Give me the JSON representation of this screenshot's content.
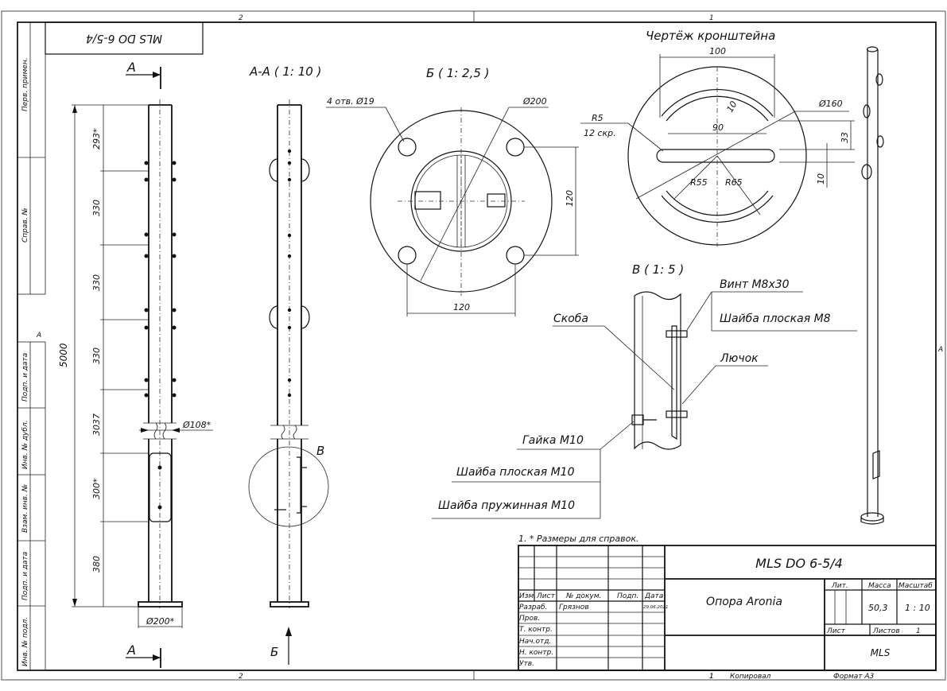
{
  "doc_code_rotated": "MLS DO 6-5/4",
  "zone_top_left": "2",
  "zone_top_right": "1",
  "zone_bottom_left": "2",
  "zone_bottom_right": "1",
  "zone_side_left": "A",
  "zone_side_right": "A",
  "left_strip": [
    "Перв. примен.",
    "Справ. №",
    "Подп. и дата",
    "Инв. № дубл.",
    "Взам. инв. №",
    "Подп. и дата",
    "Инв. № подл."
  ],
  "views": {
    "section_mark": "А",
    "section_aa": "А-А ( 1: 10 )",
    "view_b": "Б ( 1: 2,5 )",
    "bracket_title": "Чертёж кронштейна",
    "view_v": "В ( 1: 5 )",
    "callout_v": "В",
    "arrow_b": "Б"
  },
  "pole_dims": {
    "total": "5000",
    "d1": "293*",
    "d2": "330",
    "d3": "330",
    "d4": "330",
    "d5": "3037",
    "d6": "300*",
    "d7": "380",
    "dia_pipe": "Ø108*",
    "dia_base": "Ø200*"
  },
  "flange_dims": {
    "holes": "4 отв. Ø19",
    "dia": "Ø200",
    "horiz": "120",
    "vert": "120"
  },
  "bracket_dims": {
    "width": "100",
    "slot_w": "10",
    "dia": "Ø160",
    "radius": "R5",
    "radius_note": "12 скр.",
    "slot_len": "90",
    "off": "33",
    "slot_h": "10",
    "r_in": "R55",
    "r_out": "R65"
  },
  "hatch_labels": {
    "screw": "Винт М8х30",
    "washer_m8": "Шайба плоская М8",
    "staple": "Скоба",
    "hatch": "Лючок",
    "nut": "Гайка М10",
    "washer_m10": "Шайба плоская М10",
    "spring_washer": "Шайба пружинная М10"
  },
  "note": "1.   * Размеры для справок.",
  "title_block": {
    "designation": "MLS DO 6-5/4",
    "name": "Опора Aronia",
    "col_izm": "Изм.",
    "col_list": "Лист",
    "col_doc": "№ докум.",
    "col_podp": "Подп.",
    "col_date": "Дата",
    "row_razrab": "Разраб.",
    "razrab_name": "Грязнов",
    "razrab_date": "29.06.2021",
    "row_prov": "Пров.",
    "row_tkontr": "Т. контр.",
    "row_nach": "Нач.отд.",
    "row_nkontr": "Н. контр.",
    "row_utv": "Утв.",
    "lit": "Лит.",
    "mass": "Масса",
    "scale": "Масштаб",
    "mass_val": "50,3",
    "scale_val": "1 : 10",
    "sheet": "Лист",
    "sheets": "Листов",
    "sheets_val": "1",
    "org": "MLS"
  },
  "footer": {
    "num": "1",
    "copied": "Копировал",
    "format": "Формат А3"
  }
}
